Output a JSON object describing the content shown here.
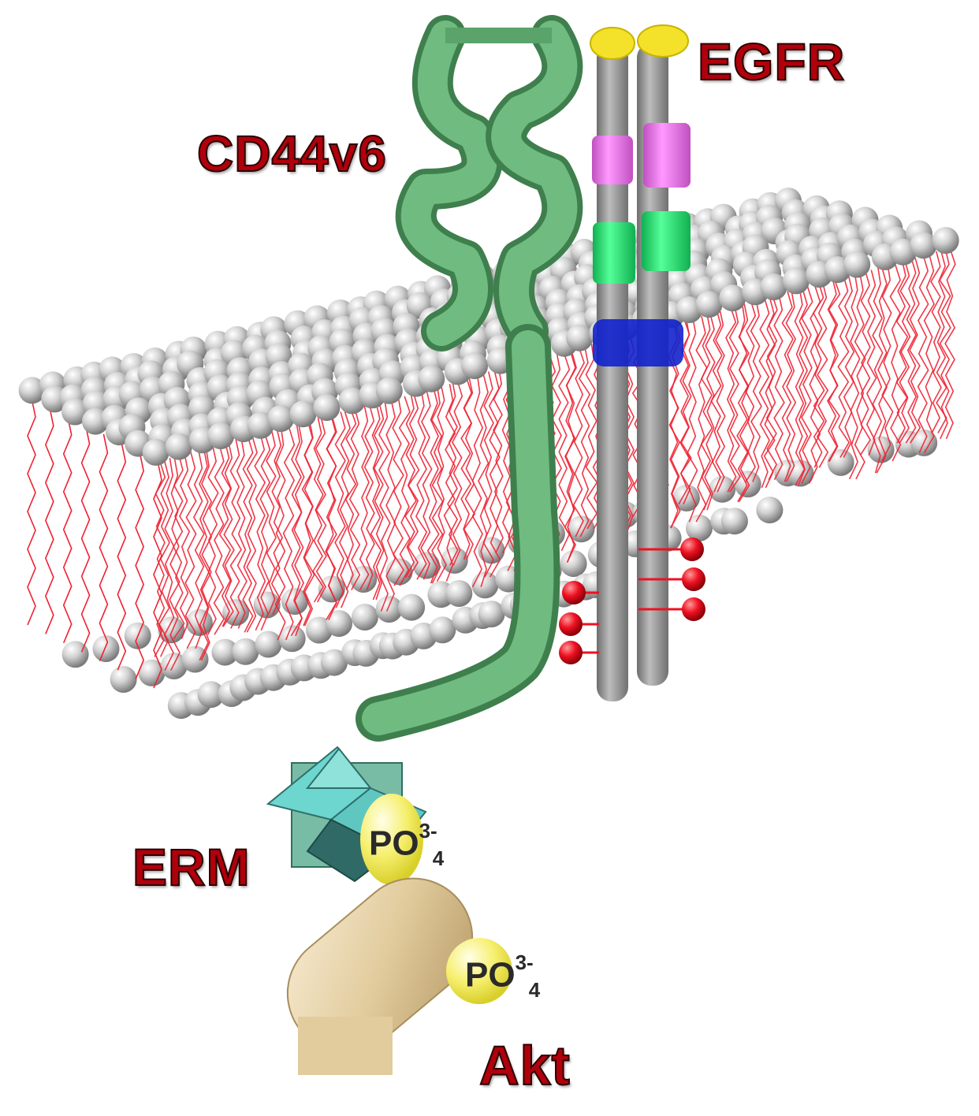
{
  "labels": {
    "egfr": "EGFR",
    "cd44": "CD44v6",
    "erm": "ERM",
    "akt": "Akt"
  },
  "phosphate": {
    "base": "PO",
    "charge": "3-",
    "subscript": "4"
  },
  "colors": {
    "lipid_head": "#c9c9c9",
    "lipid_tail": "#ee2233",
    "cd44": "#5aa36a",
    "egfr_rod": "#9a9a9a",
    "egfr_magenta": "#ee77ee",
    "egfr_green": "#33ee77",
    "egfr_yellow": "#f3e12a",
    "egfr_blue": "#1122cc",
    "erm": "#6cc9bd",
    "akt": "#e2cc9e",
    "phosphate": "#f5ee6a",
    "label": "#b0000c",
    "phospho_bead": "#ee0f22"
  }
}
